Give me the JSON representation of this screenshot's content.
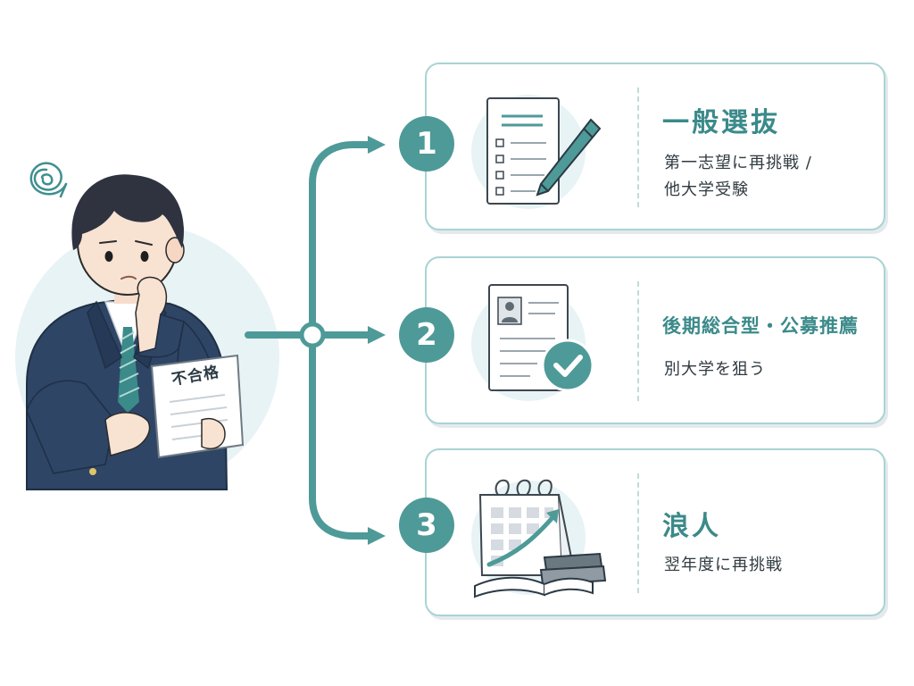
{
  "cards": [
    {
      "number": "1",
      "title": "一般選抜",
      "desc_lines": [
        "第一志望に再挑戦 /",
        "他大学受験"
      ]
    },
    {
      "number": "2",
      "title": "後期総合型・公募推薦",
      "desc_lines": [
        "別大学を狙う"
      ]
    },
    {
      "number": "3",
      "title": "浪人",
      "desc_lines": [
        "翌年度に再挑戦"
      ]
    }
  ],
  "student": {
    "paper_text": "不合格"
  },
  "colors": {
    "accent": "#4e9a98",
    "title": "#3c8a8a",
    "border": "#a9d3d3",
    "suit": "#2e4566",
    "bg_circle": "#e8f3f6"
  },
  "icons": [
    "confused-swirl-icon",
    "document-pencil-icon",
    "profile-check-icon",
    "calendar-books-icon"
  ]
}
